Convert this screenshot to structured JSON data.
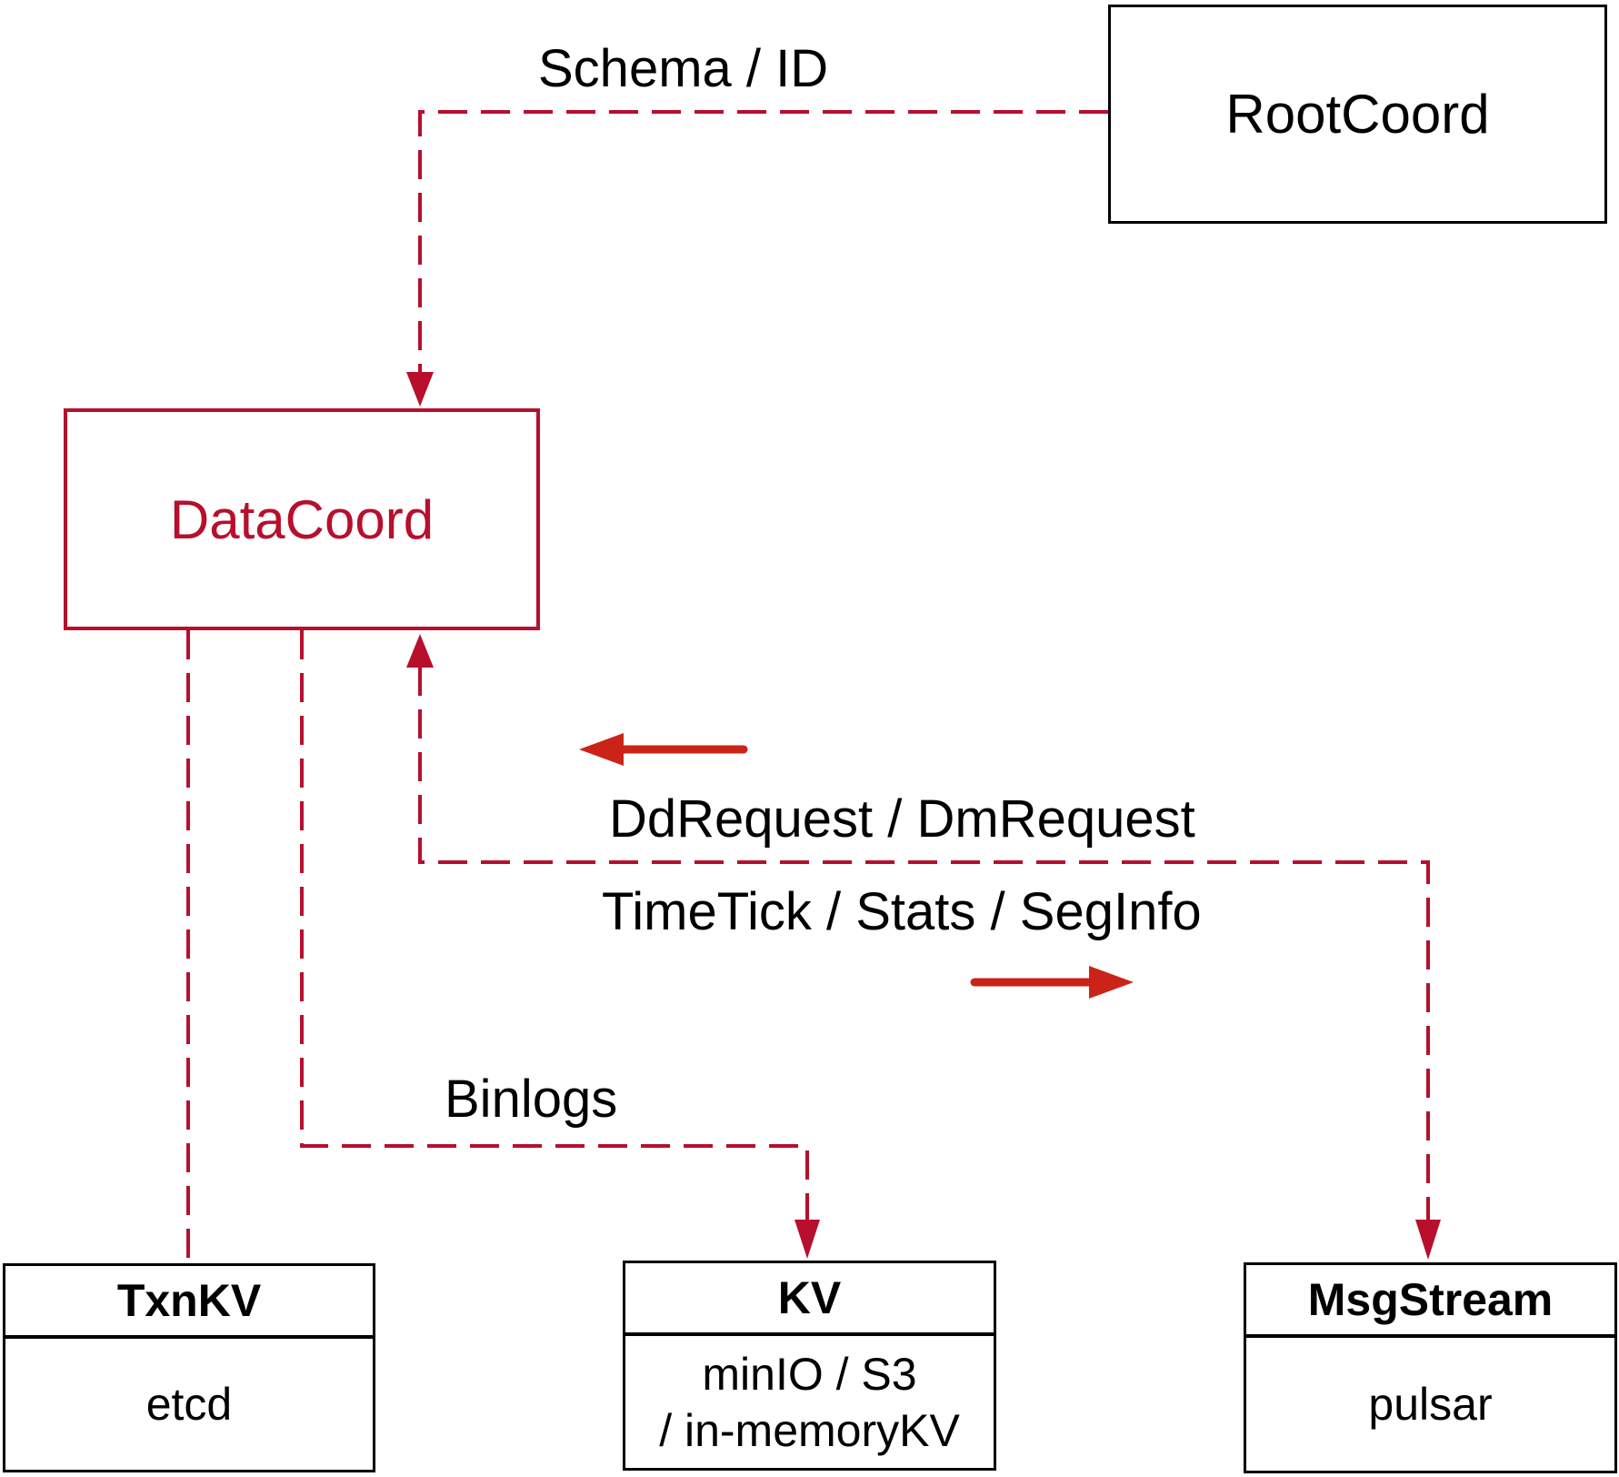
{
  "colors": {
    "crimson": "#b70f2d",
    "bright_red": "#cb2317",
    "ink": "#000000",
    "bg": "#ffffff"
  },
  "nodes": {
    "rootcoord": {
      "label": "RootCoord"
    },
    "datacoord": {
      "label": "DataCoord"
    },
    "txnkv": {
      "title": "TxnKV",
      "body": "etcd"
    },
    "kv": {
      "title": "KV",
      "body_line1": "minIO / S3",
      "body_line2": "/ in-memoryKV"
    },
    "msgstream": {
      "title": "MsgStream",
      "body": "pulsar"
    }
  },
  "edges": {
    "schema_id": {
      "label": "Schema / ID",
      "from": "RootCoord",
      "to": "DataCoord",
      "style": "dashed-arrow"
    },
    "dd_request": {
      "label": "DdRequest / DmRequest",
      "direction": "toward DataCoord",
      "style": "dashed-arrow-both-ends"
    },
    "time_tick": {
      "label": "TimeTick / Stats / SegInfo",
      "direction": "toward MsgStream",
      "style": "dashed-arrow-both-ends"
    },
    "binlogs": {
      "label": "Binlogs",
      "from": "DataCoord",
      "to": "KV",
      "style": "dashed-arrow"
    },
    "meta": {
      "from": "DataCoord",
      "to": "TxnKV",
      "style": "dashed-no-arrow"
    }
  }
}
